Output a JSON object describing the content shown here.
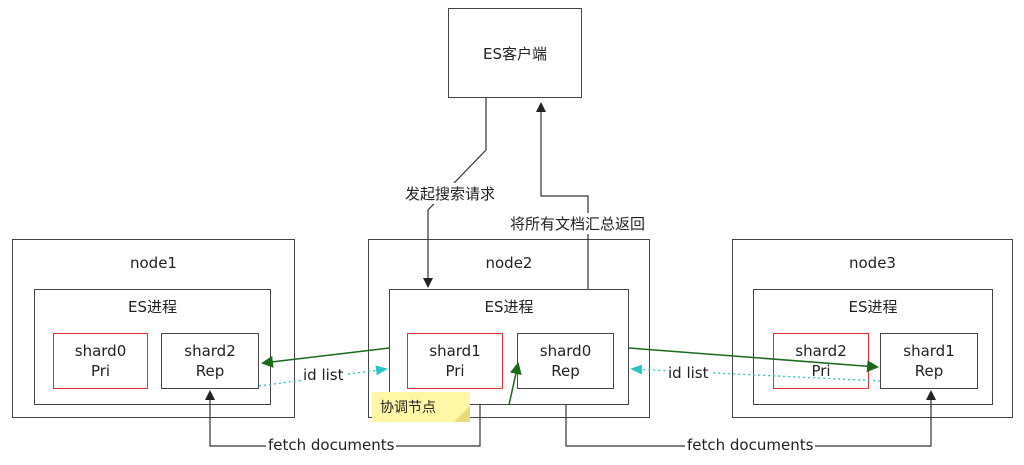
{
  "client": {
    "label": "ES客户端"
  },
  "nodes": [
    {
      "name": "node1",
      "process": "ES进程",
      "shards": [
        {
          "name": "shard0",
          "role": "Pri"
        },
        {
          "name": "shard2",
          "role": "Rep"
        }
      ]
    },
    {
      "name": "node2",
      "process": "ES进程",
      "shards": [
        {
          "name": "shard1",
          "role": "Pri"
        },
        {
          "name": "shard0",
          "role": "Rep"
        }
      ]
    },
    {
      "name": "node3",
      "process": "ES进程",
      "shards": [
        {
          "name": "shard2",
          "role": "Pri"
        },
        {
          "name": "shard1",
          "role": "Rep"
        }
      ]
    }
  ],
  "edges": {
    "search_request": "发起搜索请求",
    "return_docs": "将所有文档汇总返回",
    "id_list_left": "id list",
    "id_list_right": "id list",
    "fetch_left": "fetch documents",
    "fetch_right": "fetch documents"
  },
  "note": {
    "text": "协调节点"
  },
  "colors": {
    "primary_border": "#e03030",
    "green_arrow": "#1a6b1a",
    "cyan_dotted": "#2bc4c4",
    "note_bg": "#fff6a6",
    "line": "#333333"
  }
}
